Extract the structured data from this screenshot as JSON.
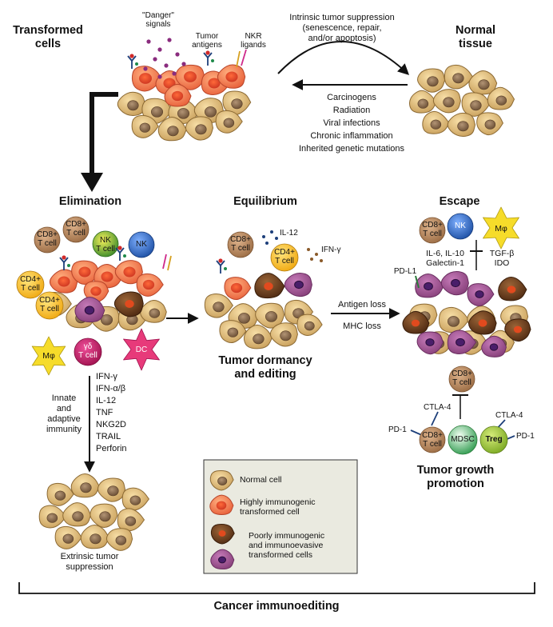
{
  "titles": {
    "transformed": "Transformed\ncells",
    "normal_tissue": "Normal\ntissue",
    "elimination": "Elimination",
    "equilibrium": "Equilibrium",
    "escape": "Escape",
    "dormancy": "Tumor dormancy\nand editing",
    "growth": "Tumor growth\npromotion",
    "immunoediting": "Cancer immunoediting"
  },
  "top": {
    "danger": "\"Danger\"\nsignals",
    "antigens": "Tumor\nantigens",
    "nkr": "NKR\nligands",
    "intrinsic": "Intrinsic tumor suppression\n(senescence, repair,\nand/or apoptosis)",
    "causes": [
      "Carcinogens",
      "Radiation",
      "Viral infections",
      "Chronic inflammation",
      "Inherited genetic mutations"
    ]
  },
  "elimination": {
    "cd8_a": "CD8+\nT cell",
    "cd8_b": "CD8+\nT cell",
    "nkt": "NK\nT cell",
    "nk": "NK",
    "cd4_a": "CD4+\nT cell",
    "cd4_b": "CD4+\nT cell",
    "mphi": "Mφ",
    "gd": "γδ\nT cell",
    "dc": "DC",
    "cytokines": [
      "IFN-γ",
      "IFN-α/β",
      "IL-12",
      "TNF",
      "NKG2D",
      "TRAIL",
      "Perforin"
    ],
    "innate": "Innate\nand\nadaptive\nimmunity",
    "extrinsic": "Extrinsic tumor\nsuppression"
  },
  "equilibrium": {
    "cd8": "CD8+\nT cell",
    "cd4": "CD4+\nT cell",
    "il12": "IL-12",
    "ifng": "IFN-γ",
    "antigen_loss": "Antigen loss",
    "mhc_loss": "MHC loss"
  },
  "escape": {
    "cd8": "CD8+\nT cell",
    "nk": "NK",
    "mphi": "Mφ",
    "il": "IL-6, IL-10\nGalectin-1",
    "tgf": "TGF-β\nIDO",
    "pdl1": "PD-L1",
    "cd8_top": "CD8+\nT cell",
    "cd8_bot": "CD8+\nT cell",
    "mdsc": "MDSC",
    "treg": "Treg",
    "ctla4_a": "CTLA-4",
    "ctla4_b": "CTLA-4",
    "pd1_a": "PD-1",
    "pd1_b": "PD-1"
  },
  "legend": {
    "normal": "Normal cell",
    "high": "Highly immunogenic\ntransformed cell",
    "poor": "Poorly immunogenic\nand immunoevasive\ntransformed cells"
  },
  "colors": {
    "normal_cell": "#e6c47e",
    "normal_nucleus": "#8a6a44",
    "high_cell": "#f07e4a",
    "high_nucleus": "#d8452c",
    "dark_cell": "#6b3e1f",
    "purple_cell": "#9b4f8e",
    "cd8": "#b7875a",
    "cd4": "#f6c126",
    "nk": "#2c63b7",
    "nkt": "#4e9b2a",
    "mphi": "#f6dc2a",
    "gd": "#c21d6f",
    "dc": "#e73a7a",
    "mdsc": "#3aa45a",
    "treg": "#8cbf2a",
    "legend_bg": "#eaeae0"
  }
}
